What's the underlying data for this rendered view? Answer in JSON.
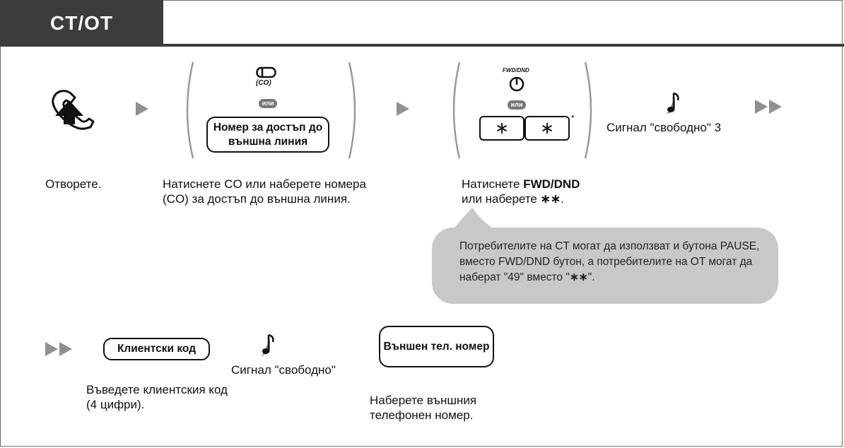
{
  "header": {
    "tab_label": "CT/OT"
  },
  "steps": {
    "step1": {
      "label": "Отворете."
    },
    "step2": {
      "co_caption": "(CO)",
      "or_badge": "или",
      "box_label": "Номер за достъп до външна линия",
      "label": "Натиснете CO или наберете номера (CO) за достъп до външна линия."
    },
    "step3": {
      "fwd_caption": "FWD/DND",
      "or_badge": "или",
      "star_key": "∗",
      "asterisk_note": "*",
      "label_prefix": "Натиснете ",
      "label_bold": "FWD/DND",
      "label_line2": "или наберете ",
      "label_stars": "∗∗",
      "label_suffix": "."
    },
    "step4": {
      "tone_label": "Сигнал \"свободно\" 3"
    },
    "step5": {
      "box_label": "Клиентски код",
      "label": "Въведете клиентския код (4 цифри)."
    },
    "step6": {
      "tone_label": "Сигнал \"свободно\""
    },
    "step7": {
      "box_label": "Външен тел. номер",
      "label": "Наберете външния телефонен номер."
    }
  },
  "note": {
    "text_before": "Потребителите на CT могат да използват и бутона PAUSE, вместо FWD/DND бутон, а потребителите на OT могат да наберат \"49\" вместо \"",
    "text_stars": "∗∗",
    "text_after": "\"."
  },
  "colors": {
    "tab_bg": "#3c3c3c",
    "bubble_bg": "#c8c8c8",
    "arrow": "#909090"
  }
}
